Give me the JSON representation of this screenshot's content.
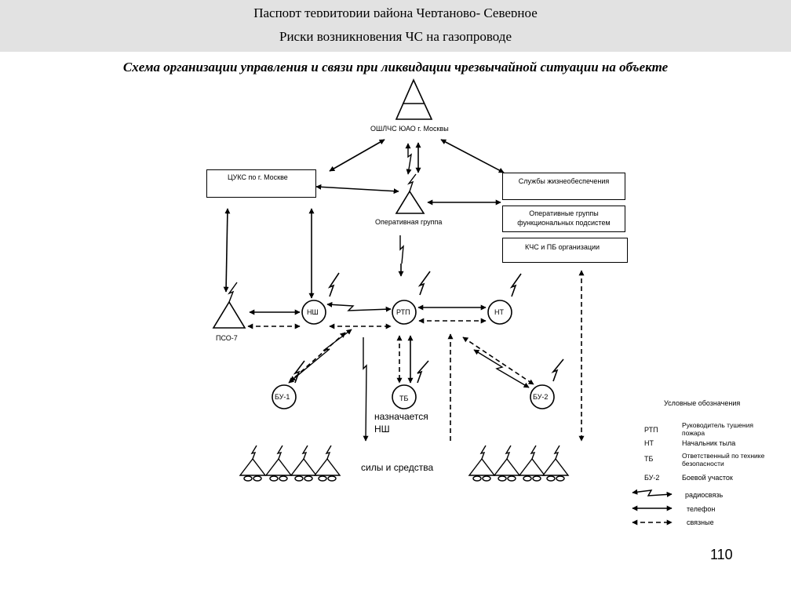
{
  "header": {
    "line1": "Паспорт территории района Чертаново- Северное",
    "line2": "Риски возникновения ЧС на газопроводе"
  },
  "title": "Схема организации управления и связи при ликвидации чрезвычайной ситуации на объекте",
  "nodes": {
    "oshlchs": "ОШЛЧС ЮАО г. Москвы",
    "tsuks": "ЦУКС по г. Москве",
    "services": "Службы жизнеобеспечения",
    "op_group": "Оперативная группа",
    "op_groups_func": "Оперативные группы функциональных подсистем",
    "kchs": "КЧС и ПБ организации",
    "pso": "ПСО-7",
    "nsh": "НШ",
    "rtp": "РТП",
    "nt": "НТ",
    "bu1": "БУ-1",
    "tb": "ТБ",
    "bu2": "БУ-2",
    "tb_note": "назначается НШ",
    "forces": "силы и средства"
  },
  "legend": {
    "title": "Условные обозначения",
    "items": [
      {
        "abbr": "РТП",
        "text": "Руководитель тушения пожара"
      },
      {
        "abbr": "НТ",
        "text": "Начальник тыла"
      },
      {
        "abbr": "ТБ",
        "text": "Ответственный по технике безопасности"
      },
      {
        "abbr": "БУ-2",
        "text": "Боевой участок"
      }
    ],
    "lines": {
      "radio": "радиосвязь",
      "phone": "телефон",
      "liaison": "связные"
    }
  },
  "page_number": "110"
}
